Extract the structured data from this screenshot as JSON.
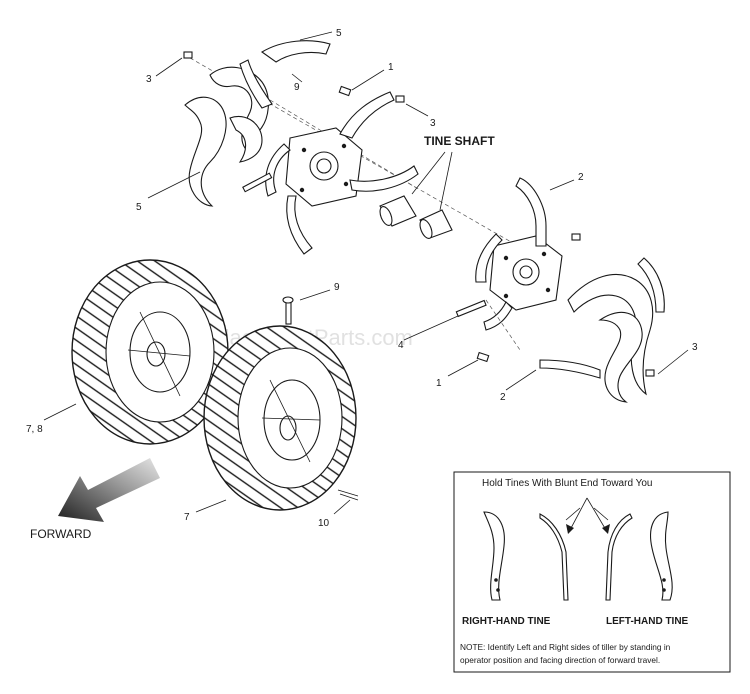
{
  "watermark": "eReplacementParts.com",
  "callouts": {
    "c1": "5",
    "c2": "9",
    "c3": "1",
    "c4": "3",
    "c5": "3",
    "c6": "5",
    "c7": "2",
    "c8": "3",
    "c9": "9",
    "c10": "4",
    "c11": "1",
    "c12": "2",
    "c13": "3",
    "c14": "7, 8",
    "c15": "7",
    "c16": "10"
  },
  "tine_shaft_label": "TINE SHAFT",
  "forward_label": "FORWARD",
  "instruction_box": {
    "title": "Hold Tines With Blunt End Toward You",
    "right_hand_label": "RIGHT-HAND TINE",
    "left_hand_label": "LEFT-HAND TINE",
    "note_line1": "NOTE: Identify Left and Right sides of tiller by standing in",
    "note_line2": "operator position and facing direction of forward travel."
  },
  "colors": {
    "line": "#1a1a1a",
    "watermark": "#c9c9c9",
    "arrow_dark": "#2a2a2a",
    "arrow_light": "#bfbfbf"
  }
}
